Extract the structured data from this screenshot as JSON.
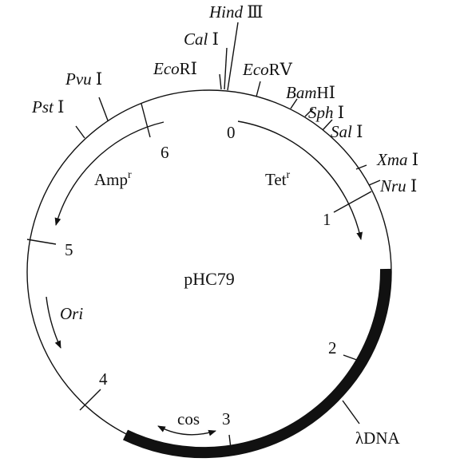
{
  "plasmid": {
    "name": "pHC79"
  },
  "restriction_sites": [
    {
      "italic": "Hind",
      "rest": " Ⅲ"
    },
    {
      "italic": "Cal",
      "rest": " Ⅰ"
    },
    {
      "italic": "Eco",
      "rest": "RⅠ"
    },
    {
      "italic": "Eco",
      "rest": "RⅤ"
    },
    {
      "italic": "Bam",
      "rest": "HⅠ"
    },
    {
      "italic": "Sph",
      "rest": " Ⅰ"
    },
    {
      "italic": "Sal",
      "rest": " Ⅰ"
    },
    {
      "italic": "Xma",
      "rest": " Ⅰ"
    },
    {
      "italic": "Nru",
      "rest": " Ⅰ"
    },
    {
      "italic": "Pvu",
      "rest": " Ⅰ"
    },
    {
      "italic": "Pst",
      "rest": " Ⅰ"
    }
  ],
  "scale_marks": [
    "0",
    "1",
    "2",
    "3",
    "4",
    "5",
    "6"
  ],
  "genes": {
    "tet": {
      "base": "Tet",
      "sup": "r"
    },
    "amp": {
      "base": "Amp",
      "sup": "r"
    },
    "ori": "Ori",
    "cos": "cos"
  },
  "insert_label": "λDNA"
}
